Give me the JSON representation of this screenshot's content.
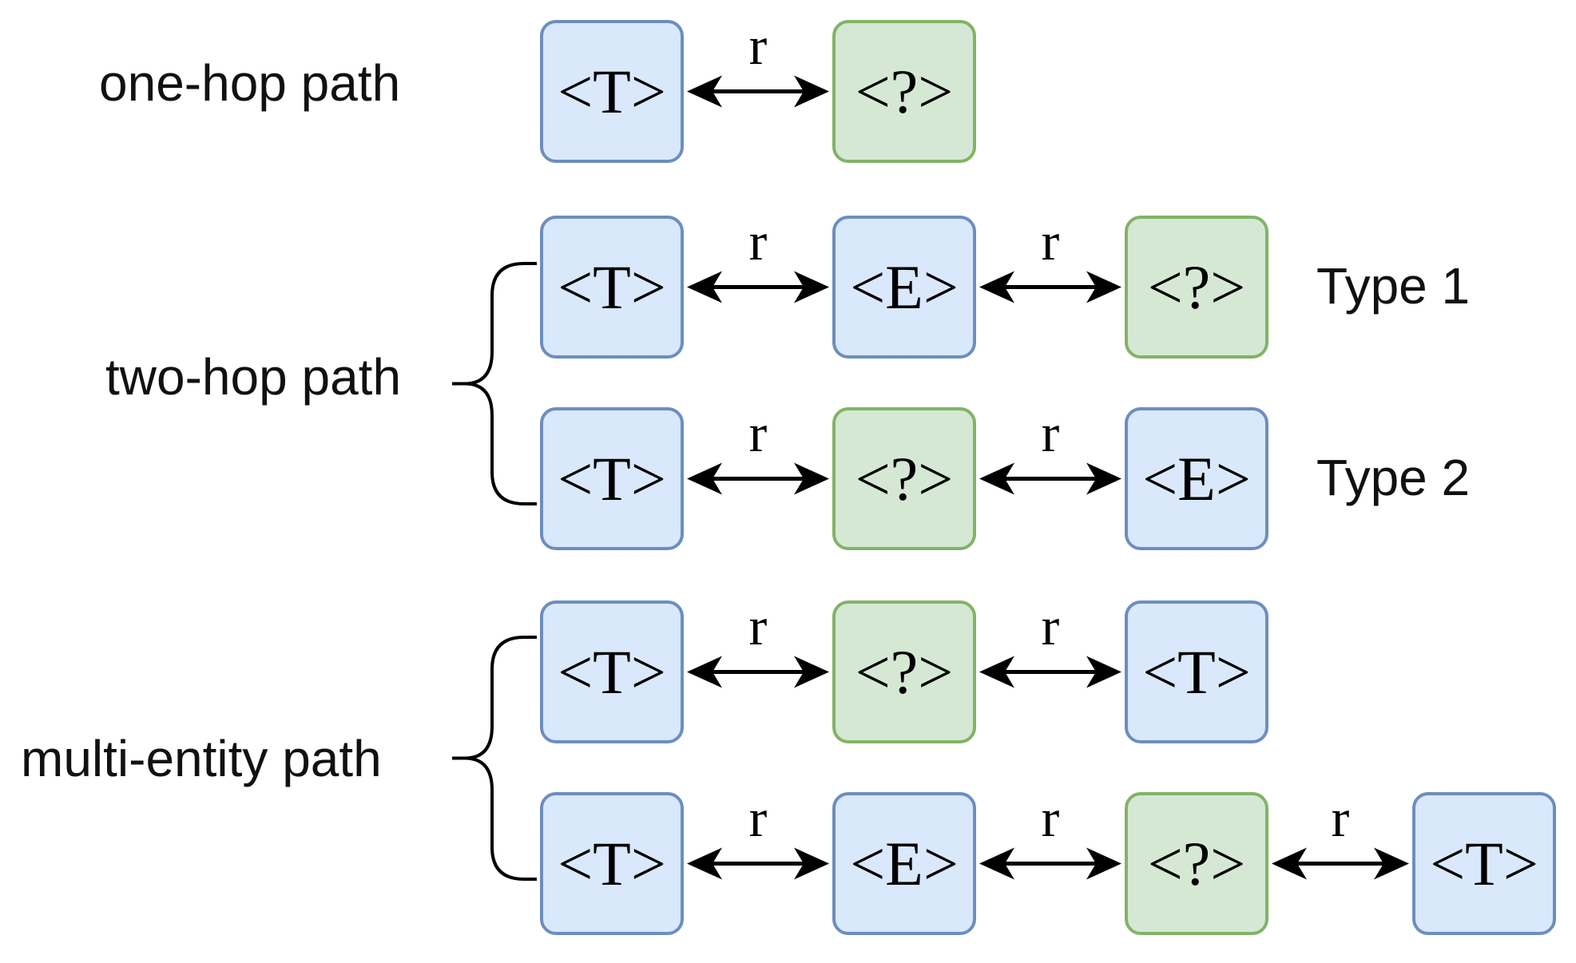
{
  "palette": {
    "entity_fill": "#dae8fc",
    "entity_border": "#6c8ebf",
    "query_fill": "#d5e8d4",
    "query_border": "#82b366",
    "arrow": "#000000"
  },
  "relation_label": "r",
  "rows": [
    {
      "label": "one-hop path",
      "chains": [
        {
          "type_label": "",
          "nodes": [
            {
              "text": "<T>",
              "kind": "entity"
            },
            {
              "text": "<?>",
              "kind": "query"
            }
          ]
        }
      ]
    },
    {
      "label": "two-hop path",
      "chains": [
        {
          "type_label": "Type 1",
          "nodes": [
            {
              "text": "<T>",
              "kind": "entity"
            },
            {
              "text": "<E>",
              "kind": "entity"
            },
            {
              "text": "<?>",
              "kind": "query"
            }
          ]
        },
        {
          "type_label": "Type 2",
          "nodes": [
            {
              "text": "<T>",
              "kind": "entity"
            },
            {
              "text": "<?>",
              "kind": "query"
            },
            {
              "text": "<E>",
              "kind": "entity"
            }
          ]
        }
      ]
    },
    {
      "label": "multi-entity path",
      "chains": [
        {
          "type_label": "",
          "nodes": [
            {
              "text": "<T>",
              "kind": "entity"
            },
            {
              "text": "<?>",
              "kind": "query"
            },
            {
              "text": "<T>",
              "kind": "entity"
            }
          ]
        },
        {
          "type_label": "",
          "nodes": [
            {
              "text": "<T>",
              "kind": "entity"
            },
            {
              "text": "<E>",
              "kind": "entity"
            },
            {
              "text": "<?>",
              "kind": "query"
            },
            {
              "text": "<T>",
              "kind": "entity"
            }
          ]
        }
      ]
    }
  ]
}
